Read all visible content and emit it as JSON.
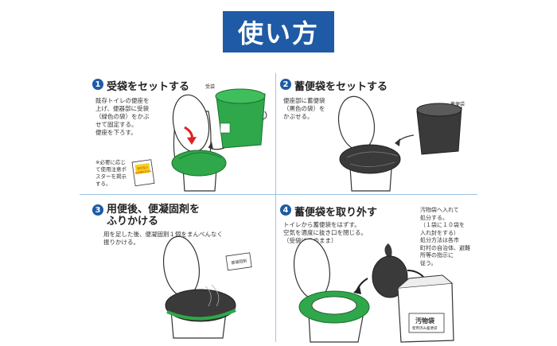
{
  "title": "使い方",
  "steps": [
    {
      "number": "1",
      "title": "受袋をセットする",
      "desc": "既存トイレの便座を\n上げ、便器部に受袋\n（緑色の袋）をかぶ\nせて固定する。\n便座を下ろす。",
      "note": "※必要に応じ\nて使用注意ポ\nスターを掲示\nする。",
      "bag_label": "受袋",
      "poster_text": "流さない\n水が流れ\nません"
    },
    {
      "number": "2",
      "title": "蓄便袋をセットする",
      "desc": "便座部に蓄便袋\n（黒色の袋）を\nかぶせる。",
      "bag_label": "蓄便袋"
    },
    {
      "number": "3",
      "title": "用便後、便凝固剤を\nふりかける",
      "desc": "用を足した後、便凝固剤１個をまんべんなく\n振りかける。",
      "packet_label": "便凝固剤"
    },
    {
      "number": "4",
      "title": "蓄便袋を取り外す",
      "desc": "トイレから蓄便袋をはずす。\n空気を適度に抜き口を閉じる。\n（受袋はそのまま）",
      "side_note": "汚物袋へ入れて\n処分する。\n（１袋に１０袋を\n入れ封をする）\n処分方法は各市\n町村の自治体、避難\n所等の指示に\n従う。",
      "bag_label": "汚物袋",
      "bag_sub": "使用済み蓄便袋"
    }
  ],
  "colors": {
    "blue": "#1f5aa6",
    "green": "#2ea84a",
    "dark": "#3a3a3a",
    "red": "#e02020"
  }
}
